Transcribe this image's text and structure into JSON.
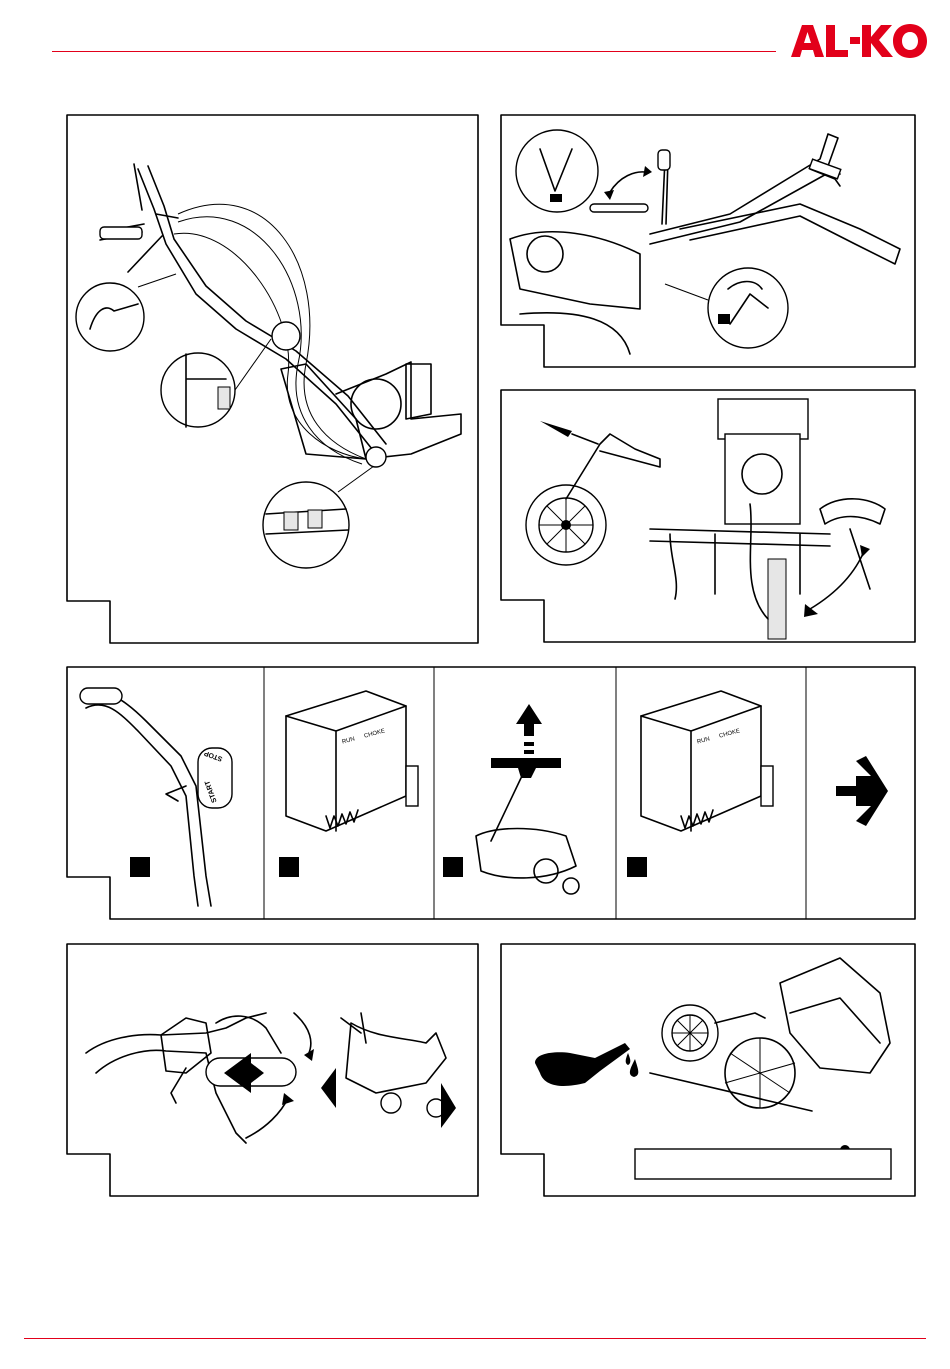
{
  "header": {
    "brand": "AL-KO",
    "brand_color": "#e2001a"
  },
  "figures": [
    {
      "id": "fig-cable-routing",
      "icons": [
        "handlebar-icon",
        "cable-clip-icon"
      ]
    },
    {
      "id": "fig-lever-adjustment",
      "icons": [
        "rotate-arrow-icon"
      ]
    },
    {
      "id": "fig-transport-wheel",
      "icons": [
        "wheel-icon",
        "curved-arrow-icon"
      ]
    },
    {
      "id": "fig-start-sequence",
      "icons": [
        "throttle-icon",
        "engine-cover-icon",
        "pull-starter-icon",
        "arrow-right-icon"
      ]
    },
    {
      "id": "fig-clutch-handle",
      "icons": [
        "press-arrow-icon",
        "chevron-left-icon",
        "chevron-right-icon"
      ]
    },
    {
      "id": "fig-lubrication",
      "icons": [
        "oil-can-icon",
        "oil-drop-icon"
      ]
    }
  ],
  "start_sequence": {
    "throttle_labels": [
      "STOP",
      "START"
    ],
    "cover_labels": [
      "RUN",
      "CHOKE"
    ]
  },
  "colors": {
    "accent": "#e2001a",
    "line": "#000000"
  }
}
